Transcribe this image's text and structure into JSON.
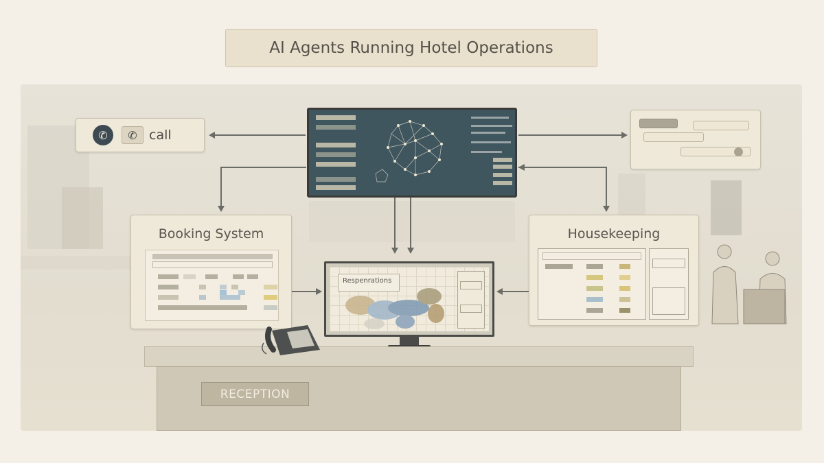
{
  "title": "AI Agents Running Hotel Operations",
  "call_widget": {
    "label": "call",
    "icons": [
      "phone-circle-icon",
      "phone-handset-icon"
    ]
  },
  "booking_panel": {
    "title": "Booking System"
  },
  "housekeeping_panel": {
    "title": "Housekeeping"
  },
  "reservations_monitor": {
    "title": "Respenrations"
  },
  "desk": {
    "sign": "RECEPTION"
  },
  "colors": {
    "background": "#f5f0e7",
    "monitor_dark": "#40565f",
    "panel": "#efe9da",
    "accent_blue": "#8fa9bd",
    "accent_gold": "#d6c27a"
  }
}
